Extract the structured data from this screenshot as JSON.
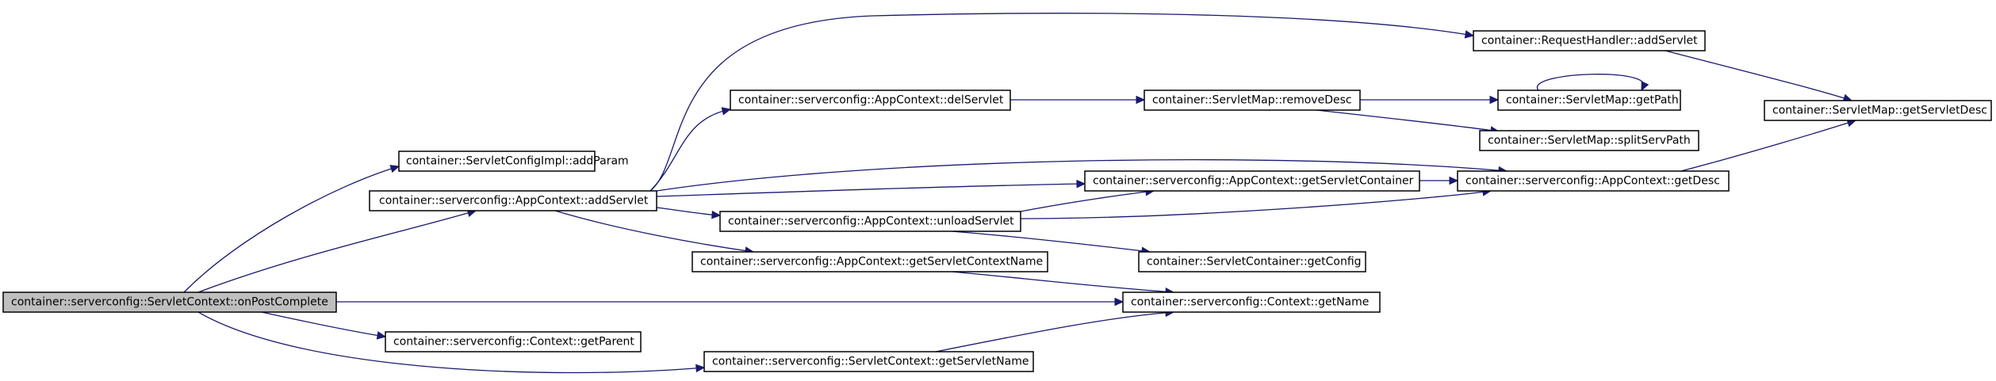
{
  "diagram": {
    "nodes": {
      "onPostComplete": "container::serverconfig::ServletContext::onPostComplete",
      "addParam": "container::ServletConfigImpl::addParam",
      "addServlet": "container::serverconfig::AppContext::addServlet",
      "delServlet": "container::serverconfig::AppContext::delServlet",
      "removeDesc": "container::ServletMap::removeDesc",
      "rhAddServlet": "container::RequestHandler::addServlet",
      "getPath": "container::ServletMap::getPath",
      "splitServPath": "container::ServletMap::splitServPath",
      "getServletDesc": "container::ServletMap::getServletDesc",
      "getServletContainer": "container::serverconfig::AppContext::getServletContainer",
      "getDesc": "container::serverconfig::AppContext::getDesc",
      "unloadServlet": "container::serverconfig::AppContext::unloadServlet",
      "getServletContextName": "container::serverconfig::AppContext::getServletContextName",
      "getConfig": "container::ServletContainer::getConfig",
      "getName": "container::serverconfig::Context::getName",
      "getParent": "container::serverconfig::Context::getParent",
      "getServletName": "container::serverconfig::ServletContext::getServletName"
    },
    "edges": [
      [
        "onPostComplete",
        "addParam"
      ],
      [
        "onPostComplete",
        "addServlet"
      ],
      [
        "onPostComplete",
        "getName"
      ],
      [
        "onPostComplete",
        "getParent"
      ],
      [
        "onPostComplete",
        "getServletName"
      ],
      [
        "addServlet",
        "rhAddServlet"
      ],
      [
        "addServlet",
        "delServlet"
      ],
      [
        "addServlet",
        "getDesc"
      ],
      [
        "addServlet",
        "getServletContainer"
      ],
      [
        "addServlet",
        "unloadServlet"
      ],
      [
        "addServlet",
        "getServletContextName"
      ],
      [
        "delServlet",
        "removeDesc"
      ],
      [
        "removeDesc",
        "getPath"
      ],
      [
        "removeDesc",
        "splitServPath"
      ],
      [
        "getPath",
        "getPath"
      ],
      [
        "rhAddServlet",
        "getServletDesc"
      ],
      [
        "getDesc",
        "getServletDesc"
      ],
      [
        "getServletContainer",
        "getDesc"
      ],
      [
        "unloadServlet",
        "getServletContainer"
      ],
      [
        "unloadServlet",
        "getDesc"
      ],
      [
        "unloadServlet",
        "getConfig"
      ],
      [
        "getServletContextName",
        "getName"
      ],
      [
        "getServletName",
        "getName"
      ]
    ]
  }
}
